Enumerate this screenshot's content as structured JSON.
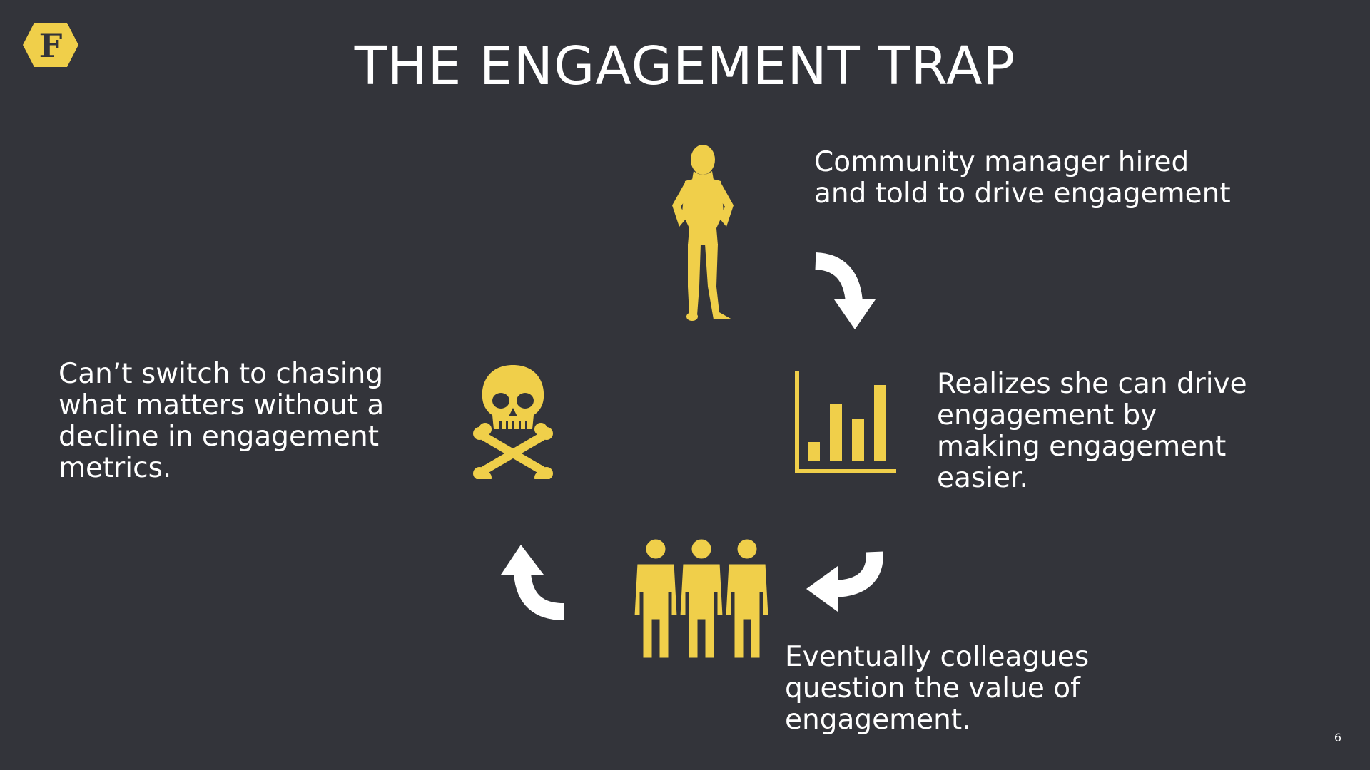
{
  "slide": {
    "title": "THE ENGAGEMENT TRAP",
    "page_number": "6",
    "logo_letter": "F"
  },
  "colors": {
    "background": "#33343a",
    "accent": "#f0cf4a",
    "text": "#ffffff"
  },
  "cycle": {
    "steps": [
      {
        "icon": "woman-silhouette-icon",
        "text": "Community manager hired\nand told to drive engagement"
      },
      {
        "icon": "bar-chart-icon",
        "text": "Realizes she can drive\nengagement by\nmaking engagement\neasier."
      },
      {
        "icon": "group-of-people-icon",
        "text": "Eventually colleagues\nquestion the value of\nengagement."
      },
      {
        "icon": "skull-crossbones-icon",
        "text": "Can’t switch to chasing\nwhat matters without a\ndecline in engagement\nmetrics."
      }
    ]
  }
}
